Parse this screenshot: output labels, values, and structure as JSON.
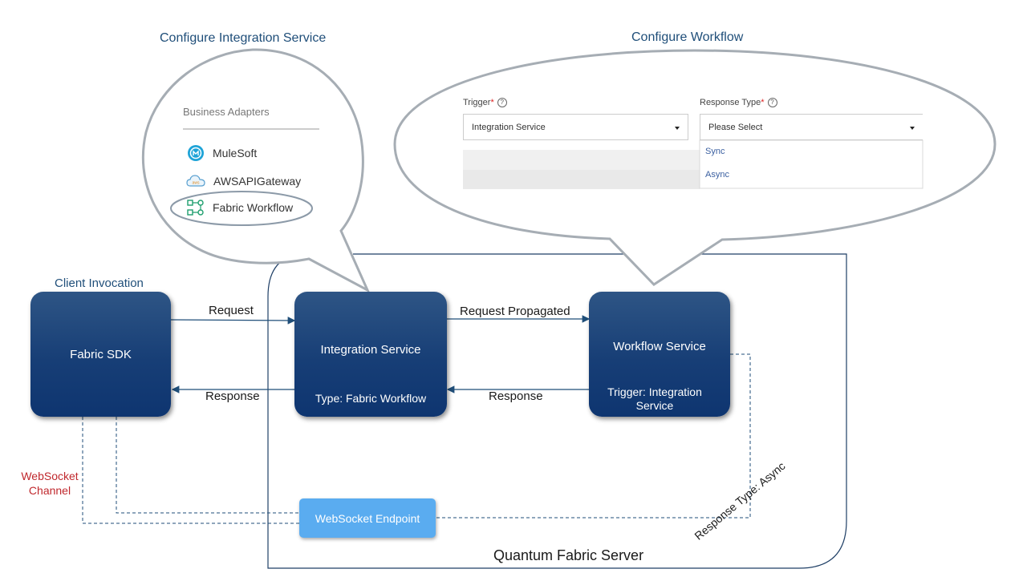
{
  "headings": {
    "configure_integration": "Configure Integration Service",
    "configure_workflow": "Configure Workflow",
    "client_invocation": "Client Invocation",
    "server": "Quantum Fabric Server"
  },
  "adapters": {
    "title": "Business Adapters",
    "items": [
      {
        "label": "MuleSoft",
        "icon": "mulesoft-icon"
      },
      {
        "label": "AWSAPIGateway",
        "icon": "aws-icon"
      },
      {
        "label": "Fabric Workflow",
        "icon": "workflow-icon"
      }
    ]
  },
  "workflow_form": {
    "trigger_label": "Trigger",
    "trigger_required": "*",
    "trigger_value": "Integration Service",
    "response_type_label": "Response Type",
    "response_type_required": "*",
    "response_type_value": "Please Select",
    "help_glyph": "?",
    "options": [
      "Sync",
      "Async"
    ]
  },
  "boxes": {
    "fabric_sdk": "Fabric SDK",
    "integration_service": "Integration Service",
    "integration_type": "Type: Fabric Workflow",
    "workflow_service": "Workflow Service",
    "workflow_trigger": "Trigger: Integration Service",
    "websocket_endpoint": "WebSocket Endpoint"
  },
  "arrows": {
    "request": "Request",
    "response_left": "Response",
    "request_propagated": "Request Propagated",
    "response_right": "Response"
  },
  "websocket_channel": "WebSocket Channel",
  "response_async": "Response Type: Async",
  "colors": {
    "heading_blue": "#1f4e79",
    "box_navy": "#173e76",
    "endpoint_blue": "#5aacf0",
    "channel_red": "#c0282d",
    "outline_gray": "#a6adb4"
  }
}
